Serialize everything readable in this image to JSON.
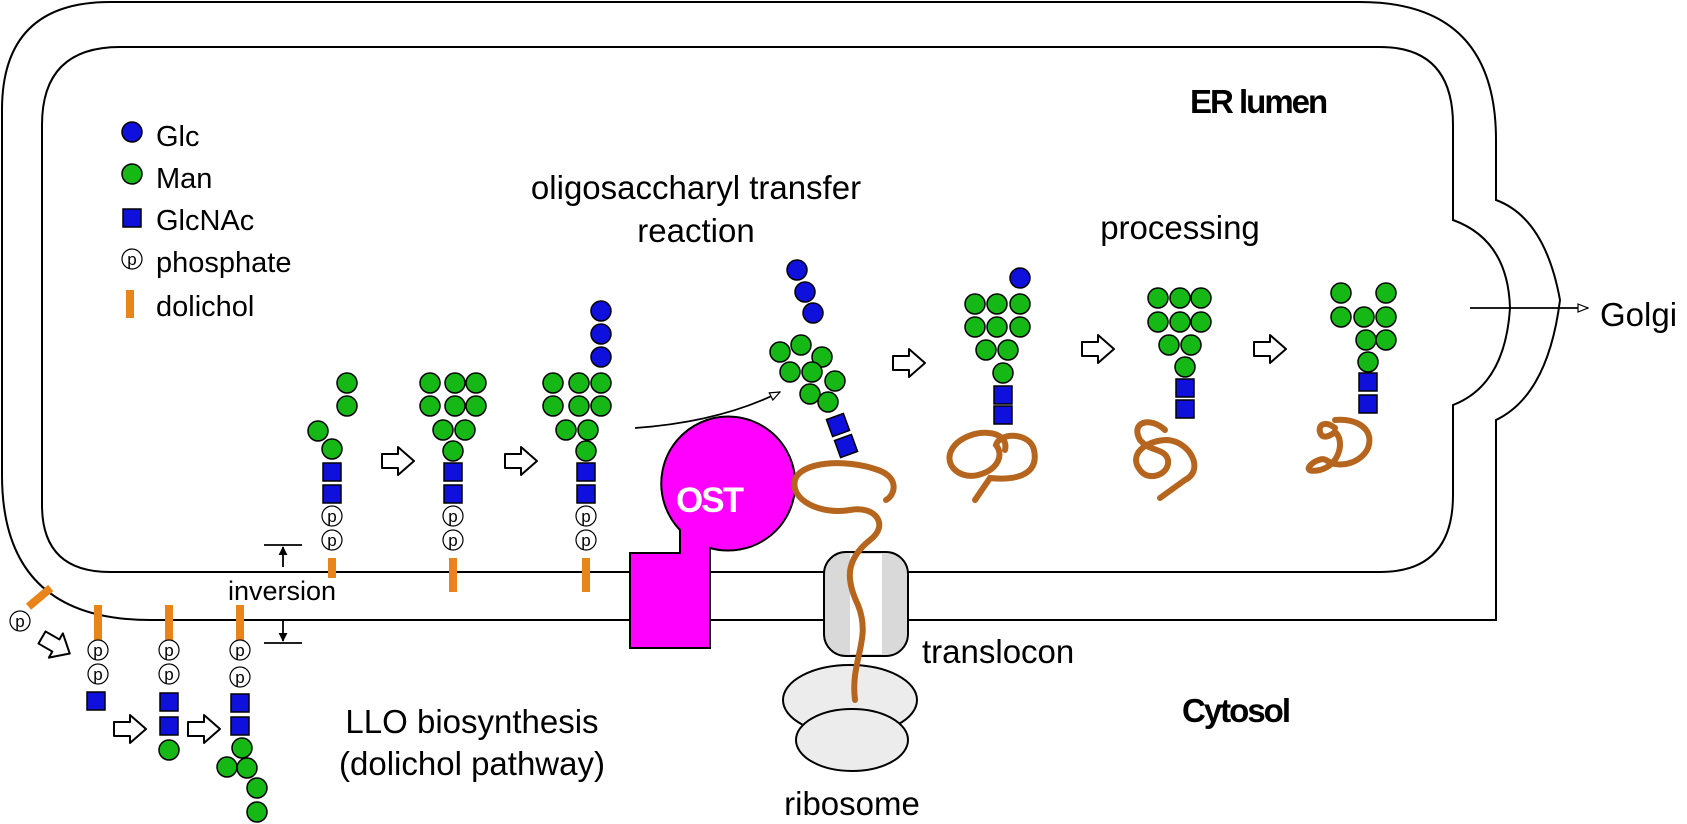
{
  "regions": {
    "er_lumen": "ER lumen",
    "cytosol": "Cytosol"
  },
  "legend": [
    {
      "symbol": "glc",
      "label": "Glc"
    },
    {
      "symbol": "man",
      "label": "Man"
    },
    {
      "symbol": "glcnac",
      "label": "GlcNAc"
    },
    {
      "symbol": "phosphate",
      "label": "phosphate"
    },
    {
      "symbol": "dolichol",
      "label": "dolichol"
    }
  ],
  "phosphate_glyph": "p",
  "labels": {
    "transfer_line1": "oligosaccharyl transfer",
    "transfer_line2": "reaction",
    "processing": "processing",
    "golgi": "Golgi",
    "ost": "OST",
    "translocon": "translocon",
    "ribosome": "ribosome",
    "inversion": "inversion",
    "llo_line1": "LLO biosynthesis",
    "llo_line2": "(dolichol pathway)"
  },
  "colors": {
    "glc": "#1010dd",
    "man": "#16b816",
    "glcnac": "#1010dd",
    "dolichol": "#e8841a",
    "ost": "#ff00ff",
    "peptide": "#b5651d",
    "translocon": "#d9d9d9",
    "ribosome": "#ececec"
  }
}
